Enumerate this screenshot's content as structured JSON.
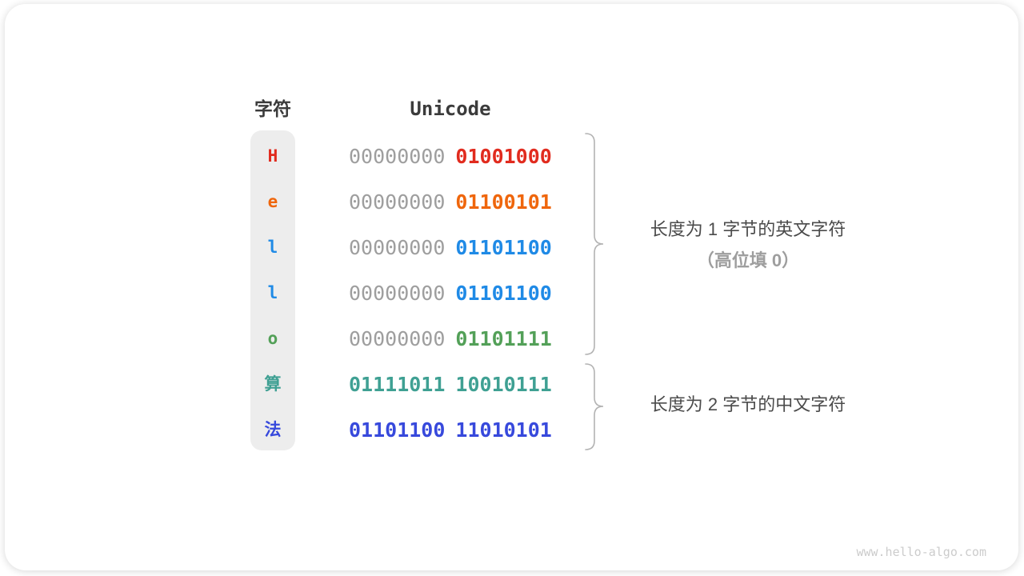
{
  "header": {
    "char_label": "字符",
    "unicode_label": "Unicode"
  },
  "rows": [
    {
      "char": "H",
      "color": "#e12b1e",
      "byte1": "00000000",
      "byte2": "01001000",
      "byte1_color": "#9e9e9e",
      "byte2_color": "#e12b1e",
      "byte1_bold": false
    },
    {
      "char": "e",
      "color": "#ef660c",
      "byte1": "00000000",
      "byte2": "01100101",
      "byte1_color": "#9e9e9e",
      "byte2_color": "#ef660c",
      "byte1_bold": false
    },
    {
      "char": "l",
      "color": "#1f8ae6",
      "byte1": "00000000",
      "byte2": "01101100",
      "byte1_color": "#9e9e9e",
      "byte2_color": "#1f8ae6",
      "byte1_bold": false
    },
    {
      "char": "l",
      "color": "#1f8ae6",
      "byte1": "00000000",
      "byte2": "01101100",
      "byte1_color": "#9e9e9e",
      "byte2_color": "#1f8ae6",
      "byte1_bold": false
    },
    {
      "char": "o",
      "color": "#53a058",
      "byte1": "00000000",
      "byte2": "01101111",
      "byte1_color": "#9e9e9e",
      "byte2_color": "#53a058",
      "byte1_bold": false
    },
    {
      "char": "算",
      "color": "#3fa093",
      "byte1": "01111011",
      "byte2": "10010111",
      "byte1_color": "#3fa093",
      "byte2_color": "#3fa093",
      "byte1_bold": true
    },
    {
      "char": "法",
      "color": "#3749dc",
      "byte1": "01101100",
      "byte2": "11010101",
      "byte1_color": "#3749dc",
      "byte2_color": "#3749dc",
      "byte1_bold": true
    }
  ],
  "annotations": {
    "english": {
      "line1": "长度为 1 字节的英文字符",
      "line2": "（高位填 0）"
    },
    "chinese": {
      "line1": "长度为 2 字节的中文字符"
    }
  },
  "watermark": "www.hello-algo.com",
  "colors": {
    "brace": "#b3b3b3",
    "header_text": "#3b3b3b",
    "char_column_bg": "#ededed",
    "gray_byte": "#9e9e9e",
    "annotation_text": "#4b4b4b",
    "annotation_sub": "#9e9e9e",
    "watermark": "#cccccc"
  }
}
